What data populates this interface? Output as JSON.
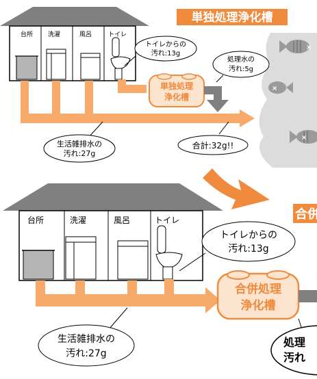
{
  "top": {
    "title": "単独処理浄化槽",
    "rooms": [
      "台所",
      "洗濯",
      "風呂",
      "トイレ"
    ],
    "toilet_dirt": [
      "トイレからの",
      "汚れ:13g"
    ],
    "treated_water": [
      "処理水の",
      "汚れ:5g"
    ],
    "tank": [
      "単独処理",
      "浄化槽"
    ],
    "gray_water": [
      "生活雑排水の",
      "汚れ:27g"
    ],
    "total": "合計:32g!!"
  },
  "bottom": {
    "title_partial": "合併処理浄化槽",
    "rooms": [
      "台所",
      "洗濯",
      "風呂",
      "トイレ"
    ],
    "toilet_dirt": [
      "トイレからの",
      "汚れ:13g"
    ],
    "tank": [
      "合併処理",
      "浄化槽"
    ],
    "gray_water": [
      "生活雑排水の",
      "汚れ:27g"
    ],
    "treated_water_partial": [
      "処理",
      "汚れ"
    ]
  },
  "colors": {
    "accent": "#f08a3c",
    "pipe": "#f7a96a",
    "tank_fill": "#fde4cf",
    "river": "#dcdcdc"
  },
  "icons": [
    "fish-icon",
    "down-arrow-icon",
    "curved-arrow-icon"
  ]
}
